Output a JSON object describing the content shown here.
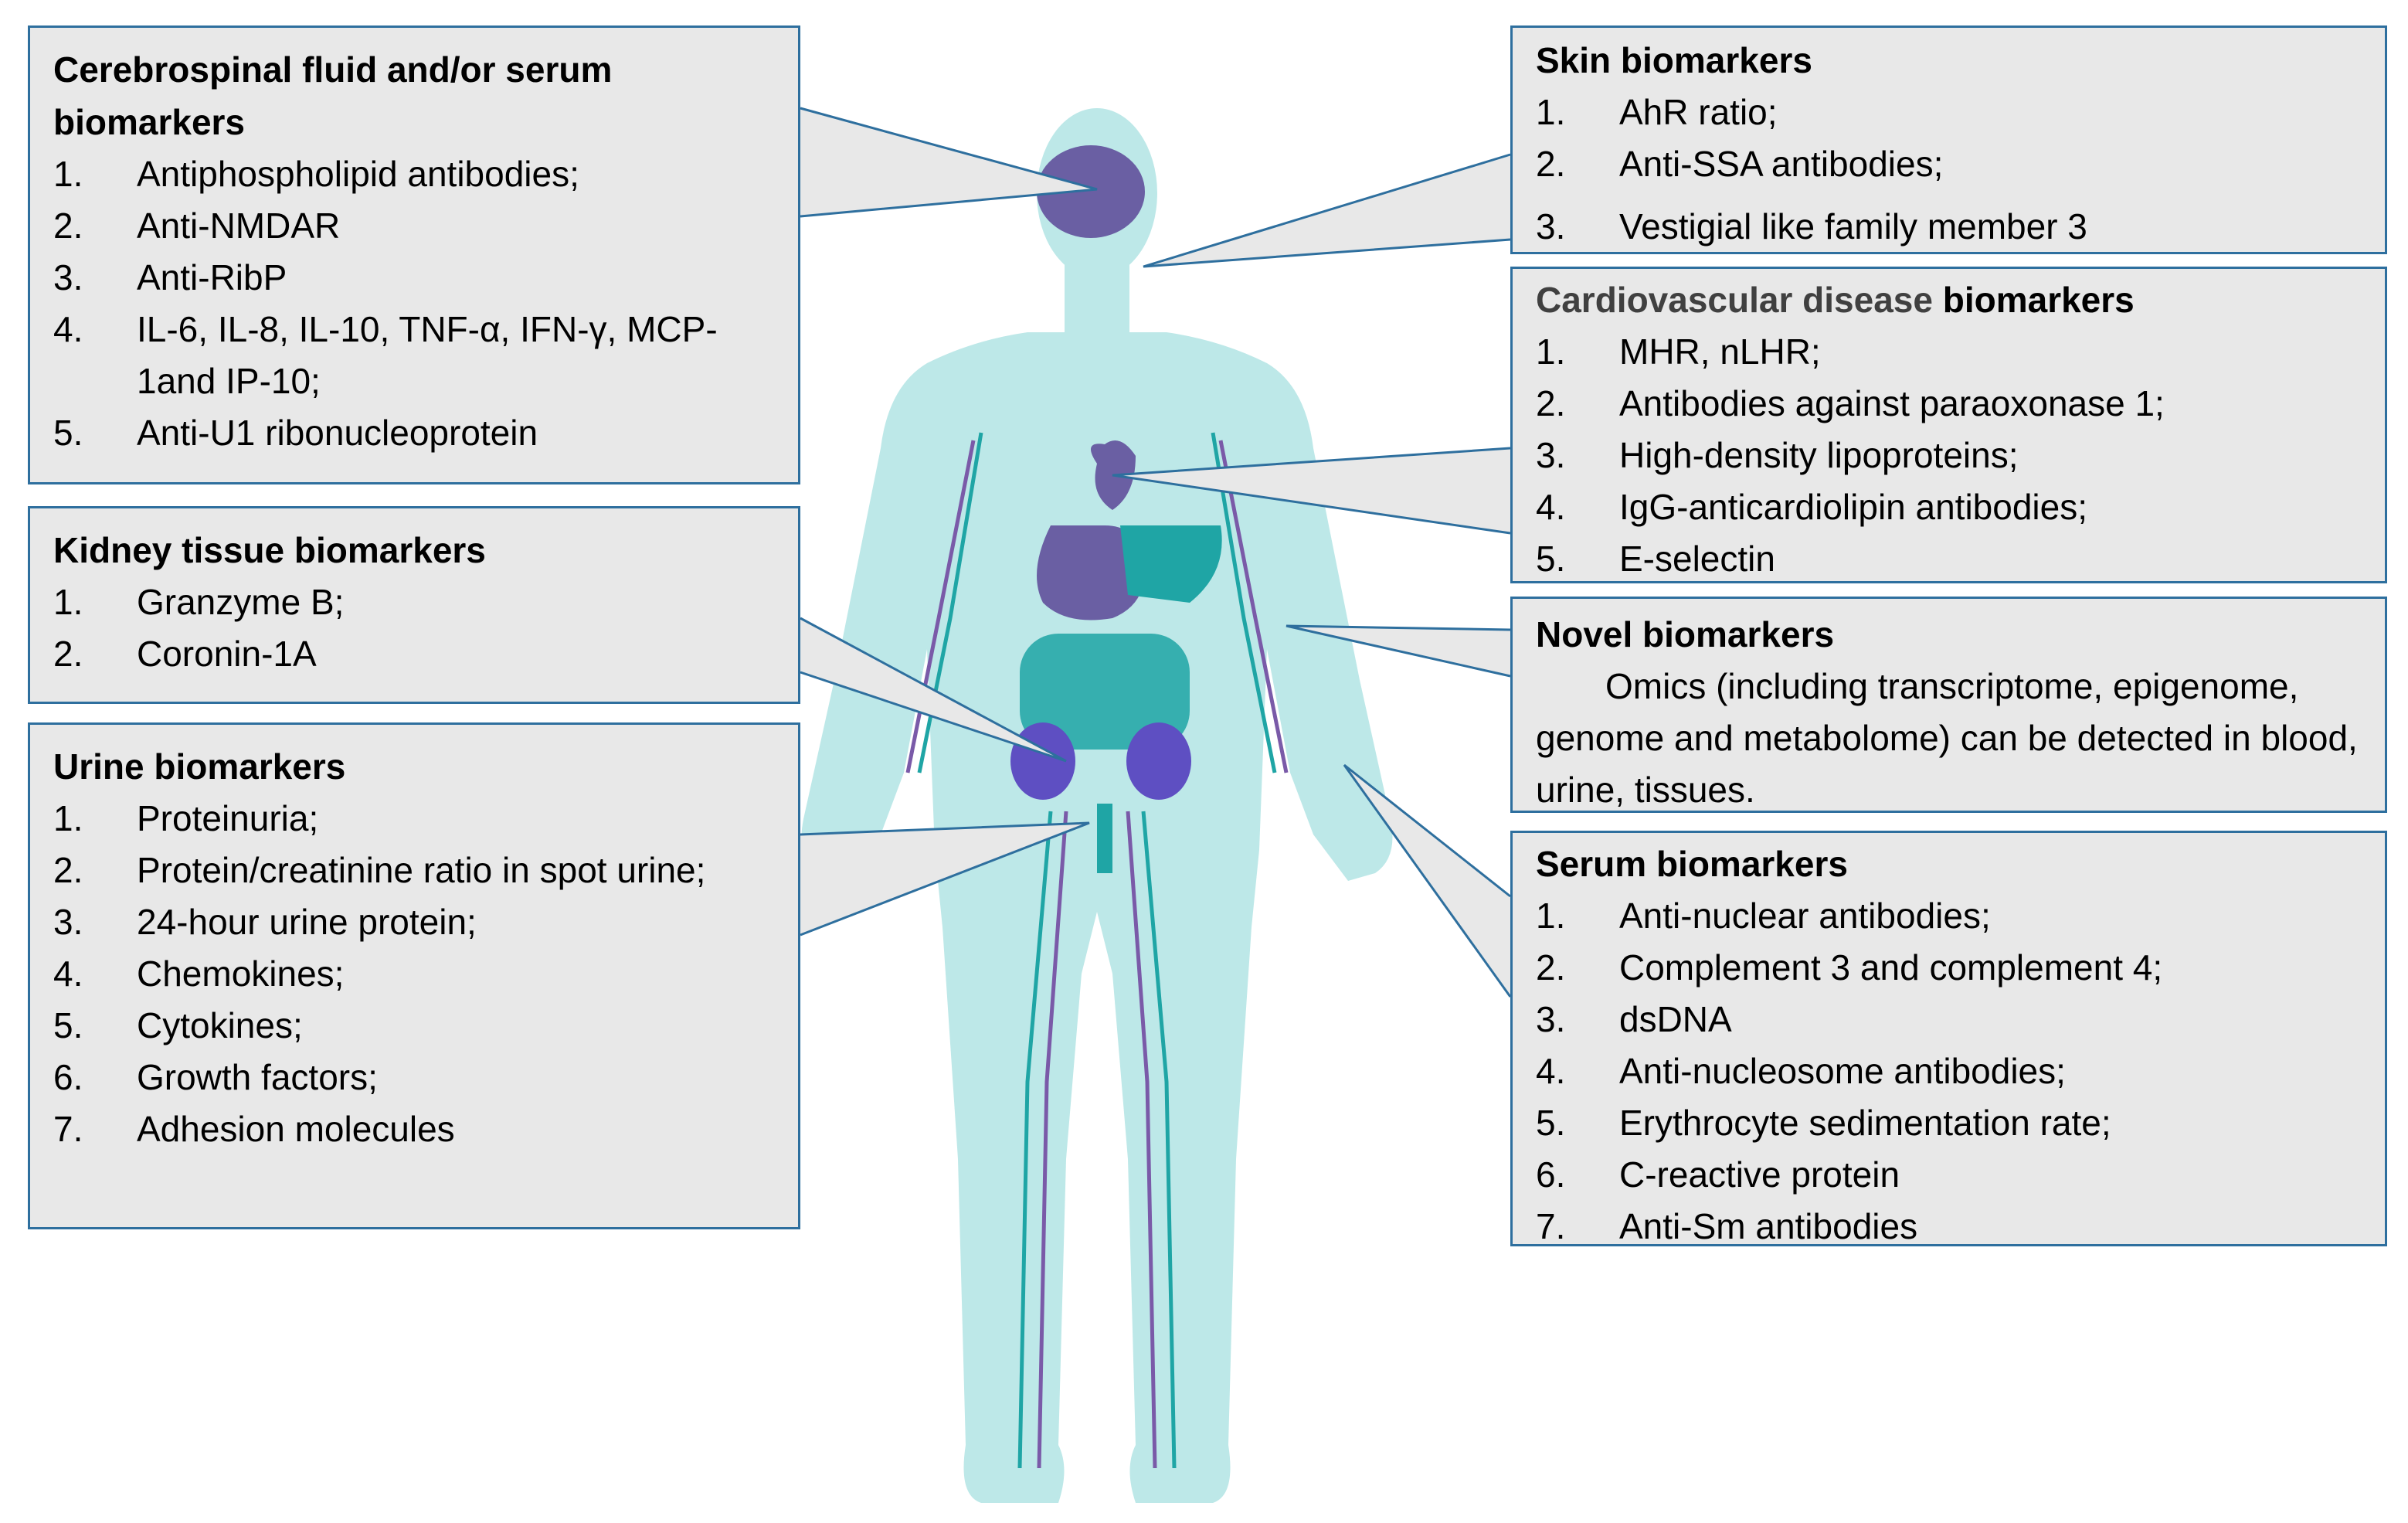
{
  "boxes": {
    "csf": {
      "title": "Cerebrospinal fluid and/or serum biomarkers",
      "items": [
        {
          "n": "1.",
          "t": "Antiphospholipid antibodies;"
        },
        {
          "n": "2.",
          "t": "Anti-NMDAR"
        },
        {
          "n": "3.",
          "t": "Anti-RibP"
        },
        {
          "n": "4.",
          "t": "IL-6, IL-8, IL-10, TNF-α, IFN-γ, MCP-1and IP-10;"
        },
        {
          "n": "5.",
          "t": "Anti-U1 ribonucleoprotein"
        }
      ]
    },
    "kidney": {
      "title": "Kidney tissue biomarkers",
      "items": [
        {
          "n": "1.",
          "t": "Granzyme B;"
        },
        {
          "n": "2.",
          "t": "Coronin-1A"
        }
      ]
    },
    "urine": {
      "title": "Urine biomarkers",
      "items": [
        {
          "n": "1.",
          "t": "Proteinuria;"
        },
        {
          "n": "2.",
          "t": "Protein/creatinine ratio in spot urine;"
        },
        {
          "n": "3.",
          "t": "24-hour urine protein;"
        },
        {
          "n": "4.",
          "t": "Chemokines;"
        },
        {
          "n": "5.",
          "t": "Cytokines;"
        },
        {
          "n": "6.",
          "t": "Growth factors;"
        },
        {
          "n": "7.",
          "t": "Adhesion molecules"
        }
      ]
    },
    "skin": {
      "title": "Skin biomarkers",
      "items": [
        {
          "n": "1.",
          "t": "AhR ratio;"
        },
        {
          "n": "2.",
          "t": "Anti-SSA antibodies;"
        },
        {
          "n": "3.",
          "t": "Vestigial like family member 3"
        }
      ]
    },
    "cvd": {
      "title_part1": "Cardiovascular disease",
      "title_part2": " biomarkers",
      "items": [
        {
          "n": "1.",
          "t": "MHR, nLHR;"
        },
        {
          "n": "2.",
          "t": "Antibodies against paraoxonase 1;"
        },
        {
          "n": "3.",
          "t": "High-density lipoproteins;"
        },
        {
          "n": "4.",
          "t": "IgG-anticardiolipin antibodies;"
        },
        {
          "n": "5.",
          "t": "E-selectin"
        }
      ]
    },
    "novel": {
      "title": "Novel biomarkers",
      "text": "Omics (including transcriptome, epigenome, genome and metabolome) can be detected in blood, urine, tissues."
    },
    "serum": {
      "title": "Serum biomarkers",
      "items": [
        {
          "n": "1.",
          "t": "Anti-nuclear antibodies;"
        },
        {
          "n": "2.",
          "t": "Complement 3 and complement 4;"
        },
        {
          "n": "3.",
          "t": "dsDNA"
        },
        {
          "n": "4.",
          "t": "Anti-nucleosome antibodies;"
        },
        {
          "n": "5.",
          "t": "Erythrocyte sedimentation rate;"
        },
        {
          "n": "6.",
          "t": "C-reactive protein"
        },
        {
          "n": "7.",
          "t": "Anti-Sm antibodies"
        }
      ]
    }
  },
  "colors": {
    "body": "#bde8e8",
    "box_fill": "#e8e8e8",
    "box_border": "#2e6f9e",
    "organ_purple": "#6a5fa3",
    "kidney_blue": "#5e4fc2",
    "teal": "#1fa5a5",
    "vessel_purple": "#7a5aa8"
  }
}
